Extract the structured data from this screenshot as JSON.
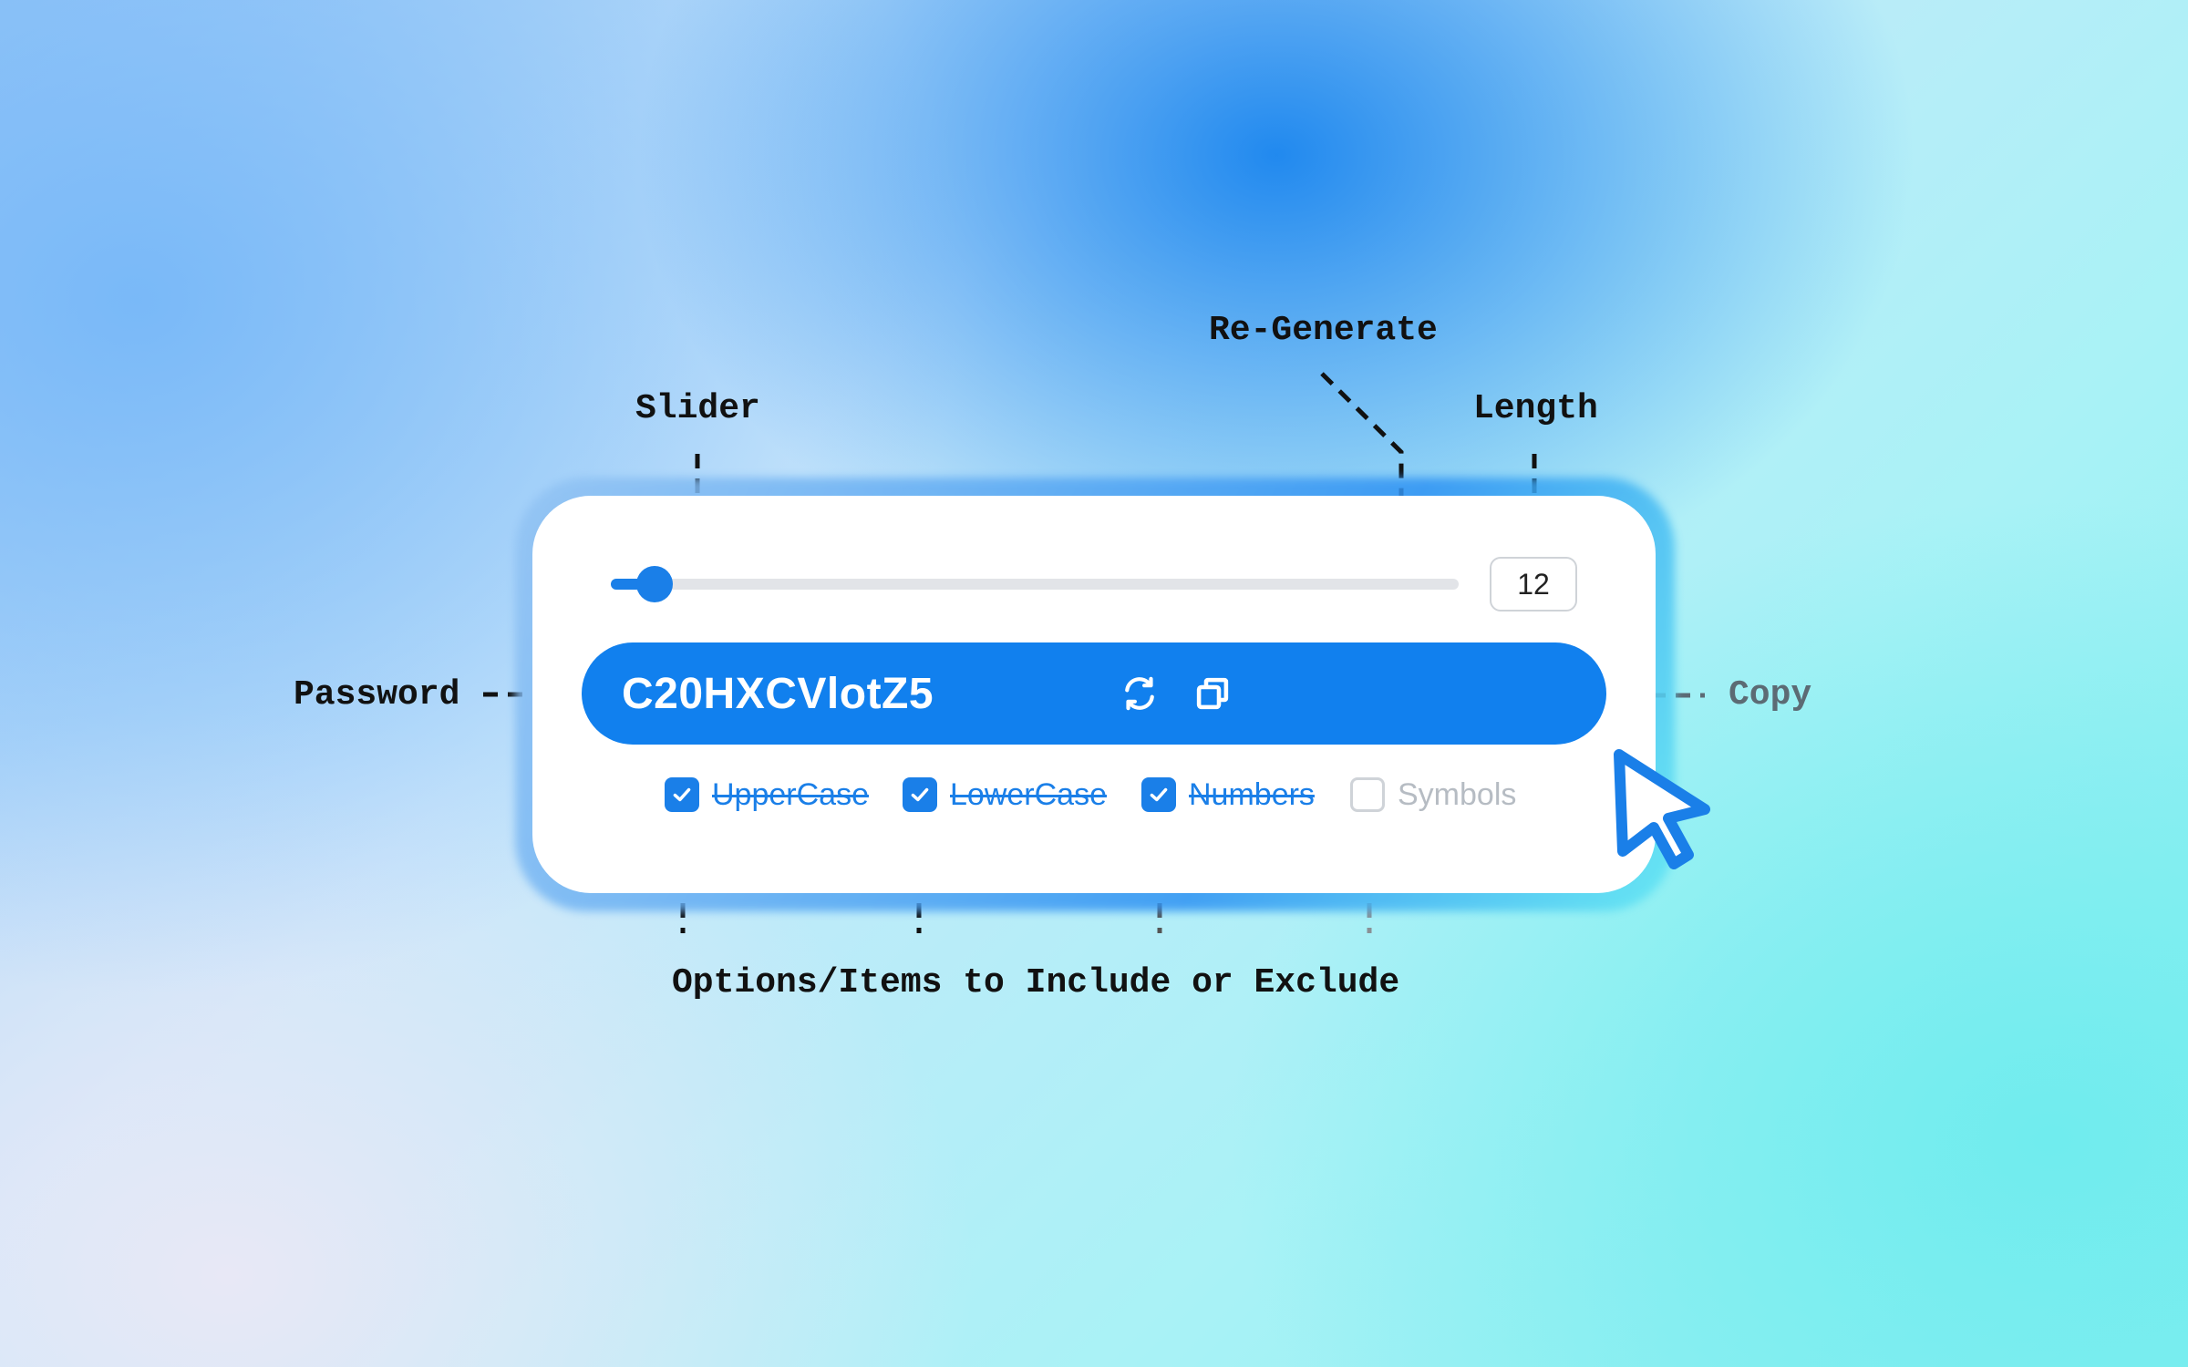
{
  "annotations": {
    "slider": "Slider",
    "regenerate": "Re-Generate",
    "length": "Length",
    "password": "Password",
    "copy": "Copy",
    "options": "Options/Items to Include or Exclude"
  },
  "generator": {
    "password": "C20HXCVlotZ5",
    "length": "12",
    "slider_fraction": 0.03,
    "options": [
      {
        "label": "UpperCase",
        "checked": true
      },
      {
        "label": "LowerCase",
        "checked": true
      },
      {
        "label": "Numbers",
        "checked": true
      },
      {
        "label": "Symbols",
        "checked": false
      }
    ]
  },
  "icons": {
    "regenerate": "refresh-icon",
    "copy": "copy-icon",
    "check": "checkmark-icon",
    "cursor": "cursor-arrow-icon"
  },
  "colors": {
    "accent": "#1a7fe8",
    "password_bar": "#1180ee",
    "unchecked": "#b6bcc3"
  }
}
